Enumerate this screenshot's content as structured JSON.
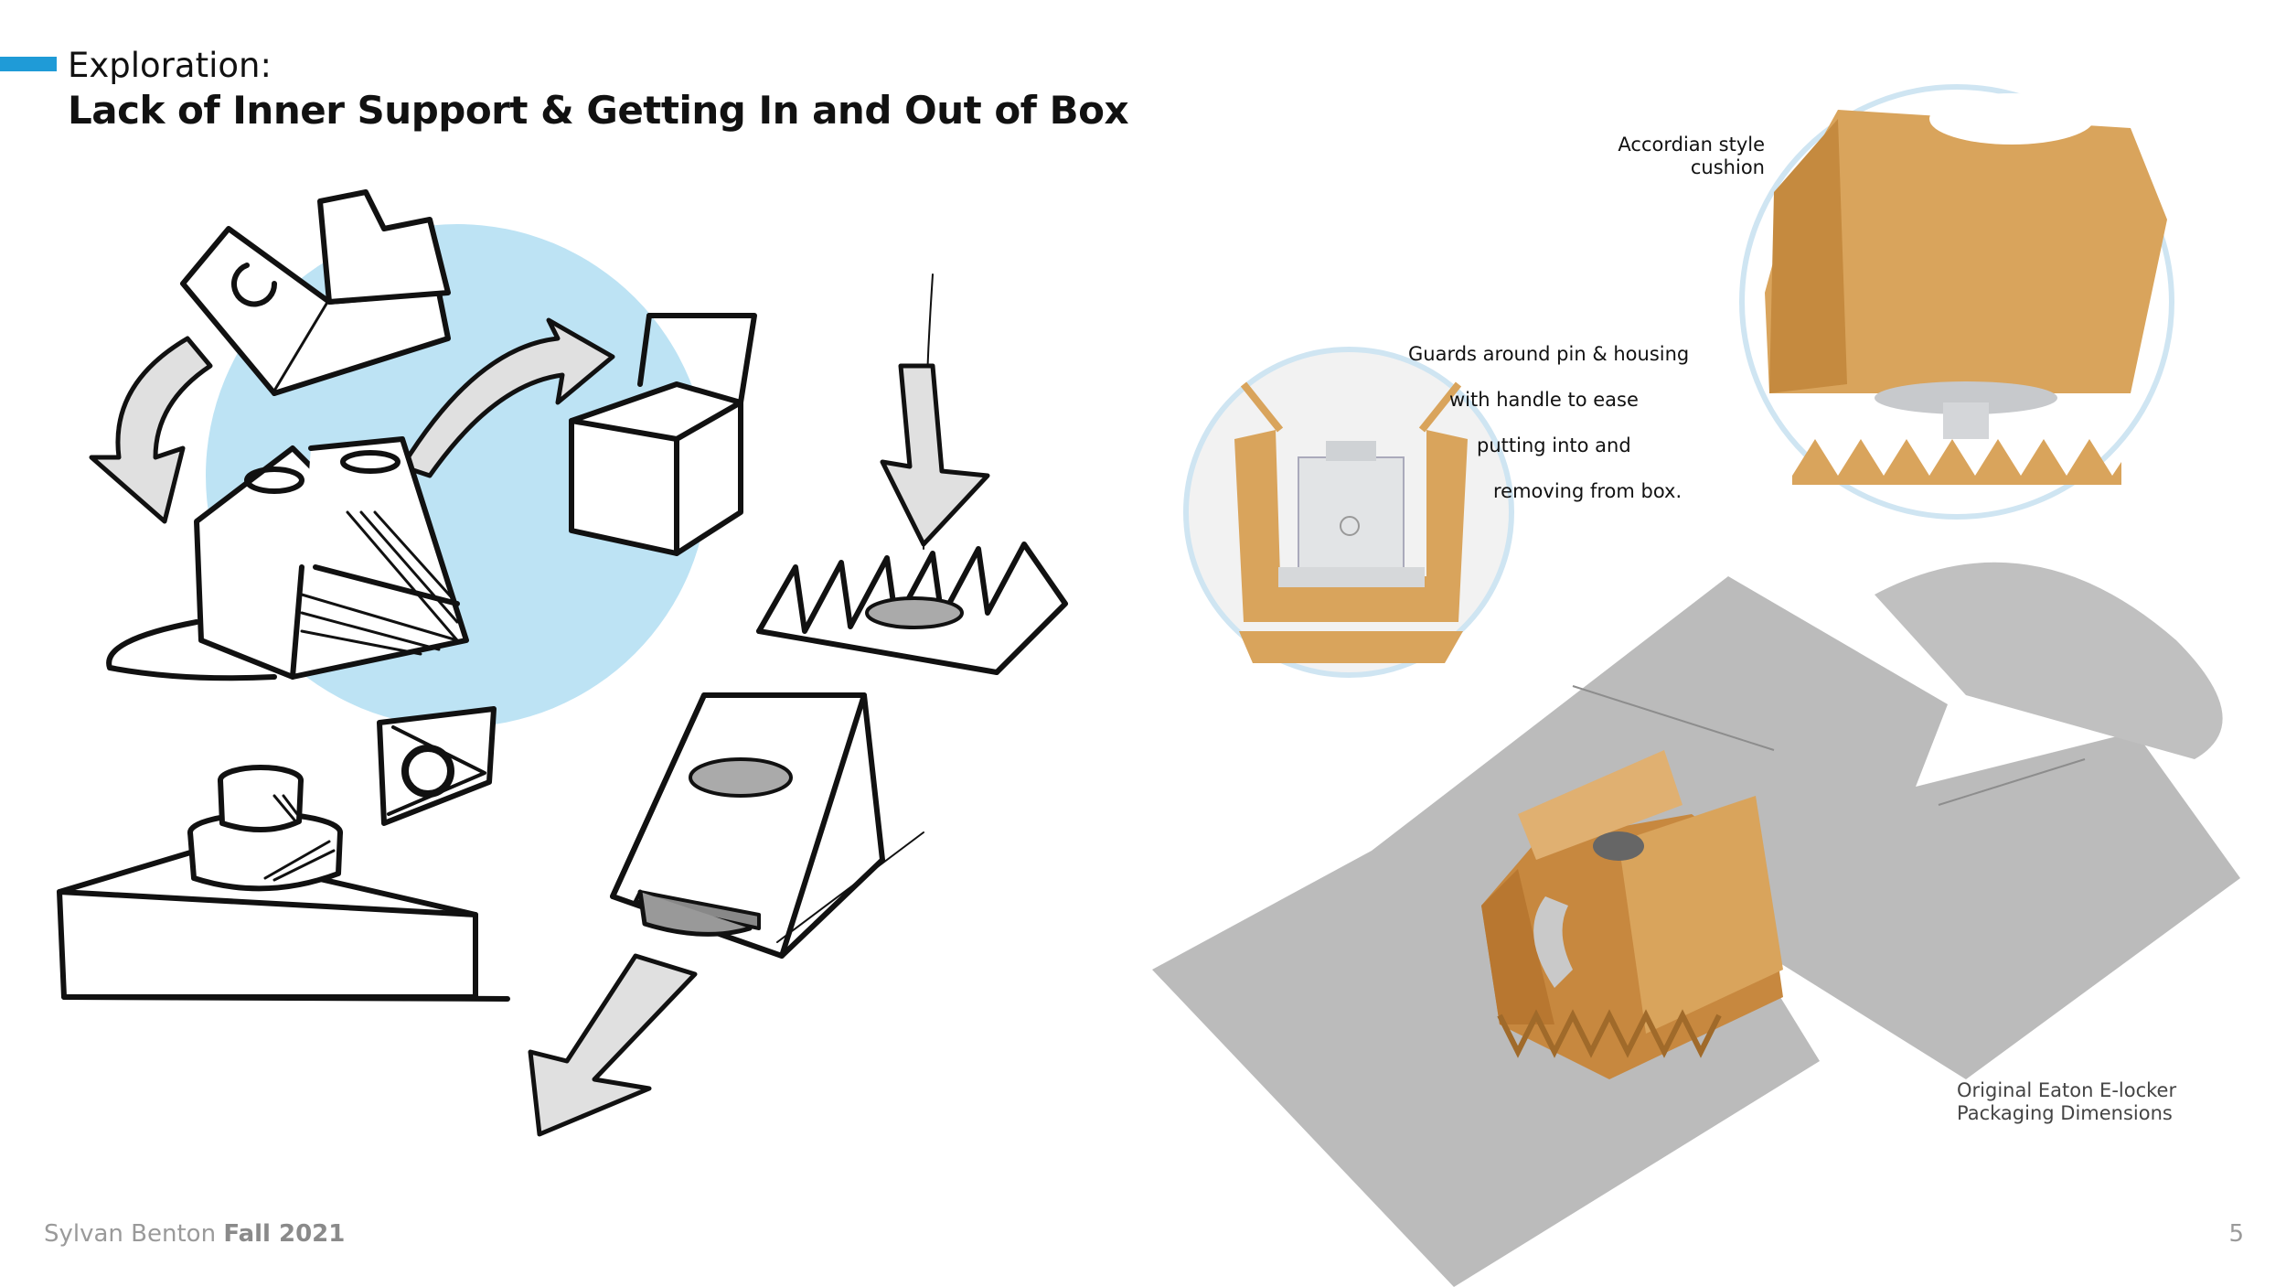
{
  "slide": {
    "kicker": "Exploration:",
    "title": "Lack of Inner Support & Getting In and Out of Box",
    "accent_color": "#1f9bd7",
    "highlight_color": "#bde3f4",
    "cardboard_color": "#d9a45c",
    "flat_box_color": "#b4b4b4"
  },
  "callouts": {
    "cushion": "Accordian style\ncushion",
    "guards_lines": [
      "Guards around pin & housing",
      "with handle to ease",
      "putting into  and",
      "removing from box."
    ],
    "dimensions": "Original Eaton E-locker\nPackaging Dimensions"
  },
  "footer": {
    "author": "Sylvan Benton",
    "term": "Fall 2021",
    "page": "5"
  }
}
